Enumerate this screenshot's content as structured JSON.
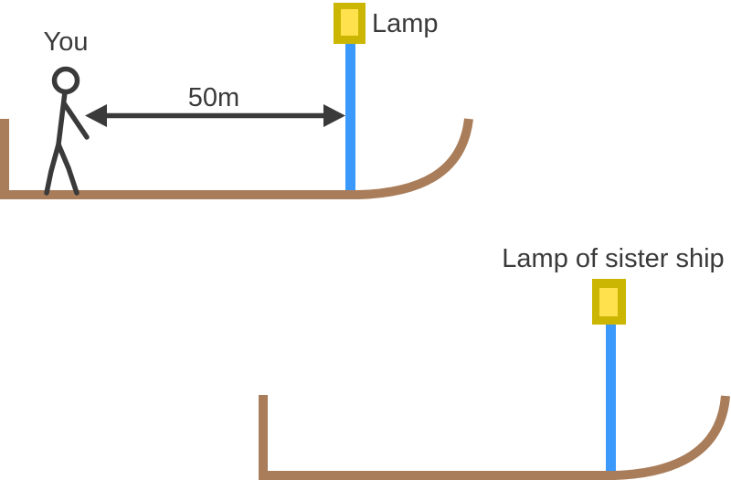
{
  "labels": {
    "you": "You",
    "distance": "50m",
    "lamp": "Lamp",
    "sister_lamp": "Lamp of sister ship"
  },
  "colors": {
    "ink": "#3A3A3A",
    "hull": "#A97D5A",
    "pole": "#3B99FC",
    "lampHousing": "#CBB703",
    "lampLight": "#FFE14D",
    "background": "#FFFFFF"
  },
  "diagram": {
    "top_ship": {
      "observer_label": "You",
      "lamp_label": "Lamp",
      "distance_label": "50m"
    },
    "bottom_ship": {
      "lamp_label": "Lamp of sister ship"
    }
  }
}
